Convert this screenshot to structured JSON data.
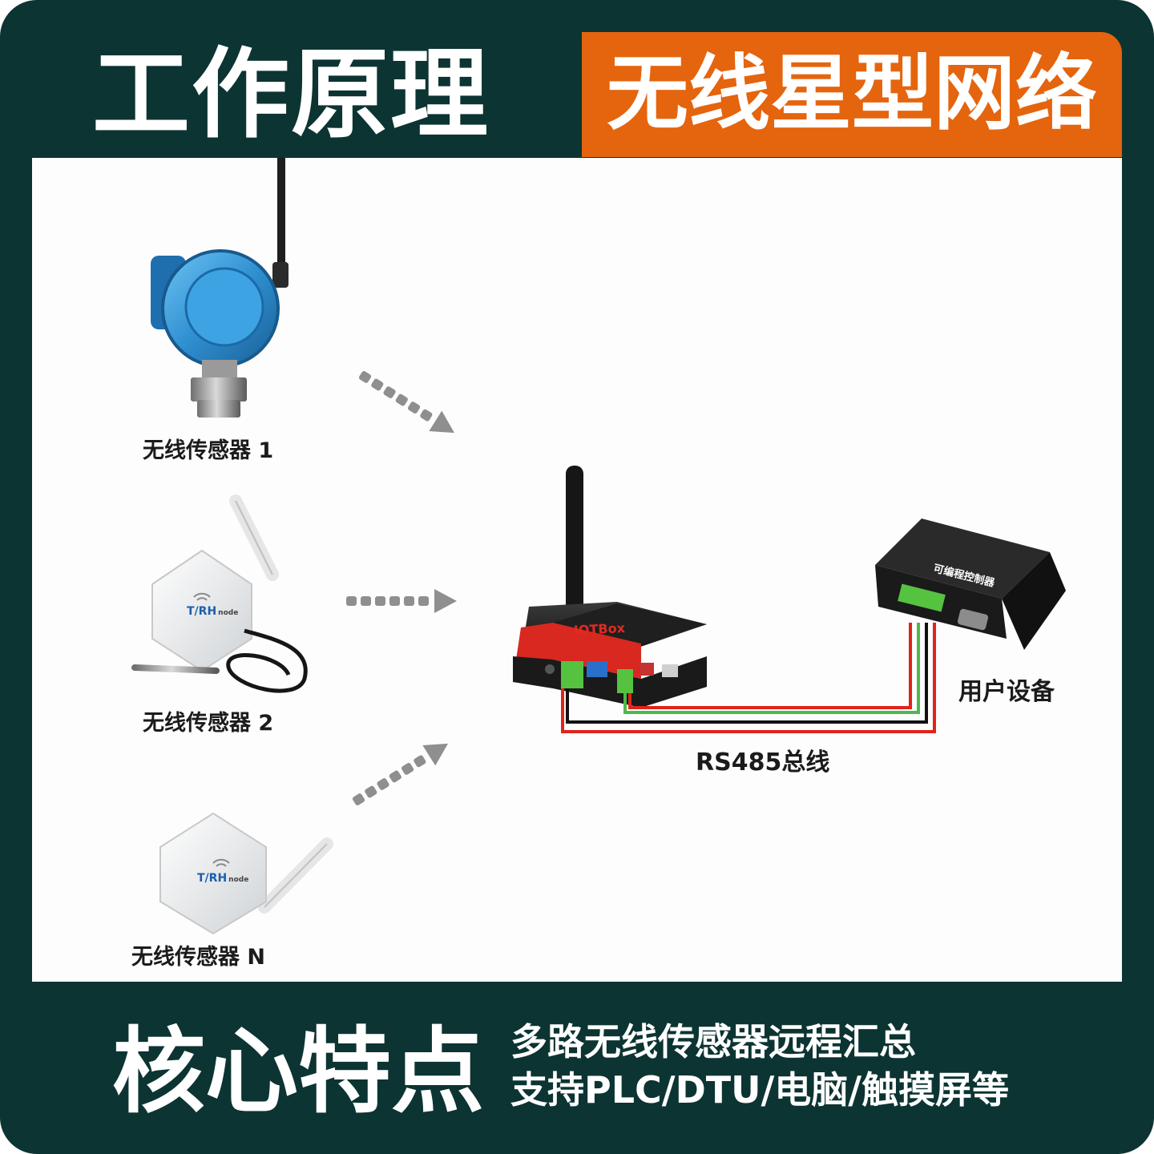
{
  "header": {
    "title": "工作原理",
    "banner": "无线星型网络"
  },
  "diagram": {
    "sensors": [
      {
        "label": "无线传感器 1"
      },
      {
        "label": "无线传感器 2",
        "badge": "T/RH",
        "badge_sub": "node"
      },
      {
        "label": "无线传感器 N",
        "badge": "T/RH",
        "badge_sub": "node"
      }
    ],
    "gateway_brand": "IOTBox",
    "controller_label": "可编程控制器",
    "user_device_label": "用户设备",
    "bus_label": "RS485总线"
  },
  "footer": {
    "title": "核心特点",
    "features": [
      "多路无线传感器远程汇总",
      "支持PLC/DTU/电脑/触摸屏等"
    ]
  },
  "colors": {
    "frame": "#0c3432",
    "banner": "#e5640e",
    "sensor_blue": "#2f8fd0",
    "gateway_red": "#d8281f",
    "terminal_green": "#55c240"
  }
}
